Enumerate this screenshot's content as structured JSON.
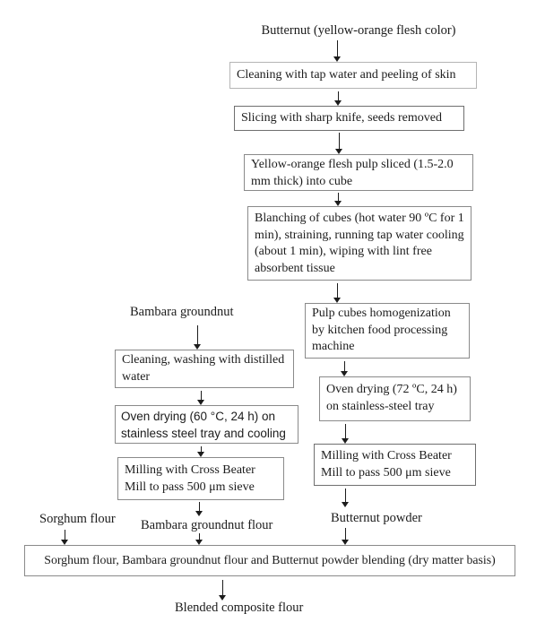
{
  "diagram": {
    "title": "Butternut (yellow-orange flesh color)",
    "main_branch": {
      "cleaning_peeling": "Cleaning with tap water and peeling of skin",
      "slicing": "Slicing with sharp knife, seeds removed",
      "pulp_sliced": "Yellow-orange flesh pulp sliced (1.5-2.0 mm thick) into cube",
      "blanching": "Blanching of cubes (hot water 90 ºC for 1 min), straining, running tap water cooling (about 1 min), wiping with lint free absorbent tissue",
      "homogenization": "Pulp cubes homogenization by kitchen food processing machine",
      "oven_drying_72": "Oven drying (72 ºC, 24 h) on stainless-steel tray",
      "milling_butternut": "Milling with Cross Beater Mill to pass 500 μm sieve",
      "butternut_powder_label": "Butternut powder"
    },
    "bambara_branch": {
      "source_label": "Bambara groundnut",
      "cleaning_washing": "Cleaning, washing with distilled water",
      "oven_drying_60": "Oven drying (60 °C, 24 h) on stainless steel tray and cooling",
      "milling_bambara": "Milling with Cross Beater Mill to pass 500 μm sieve",
      "bambara_flour_label": "Bambara groundnut flour"
    },
    "sorghum_branch": {
      "sorghum_flour_label": "Sorghum flour"
    },
    "blending": "Sorghum flour, Bambara groundnut flour and Butternut powder blending (dry matter basis)",
    "final_output_label": "Blended composite flour"
  },
  "colors": {
    "background": "#ffffff",
    "text": "#1c1c1c",
    "box_border": "#8a8a8a",
    "arrow": "#1c1c1c"
  }
}
